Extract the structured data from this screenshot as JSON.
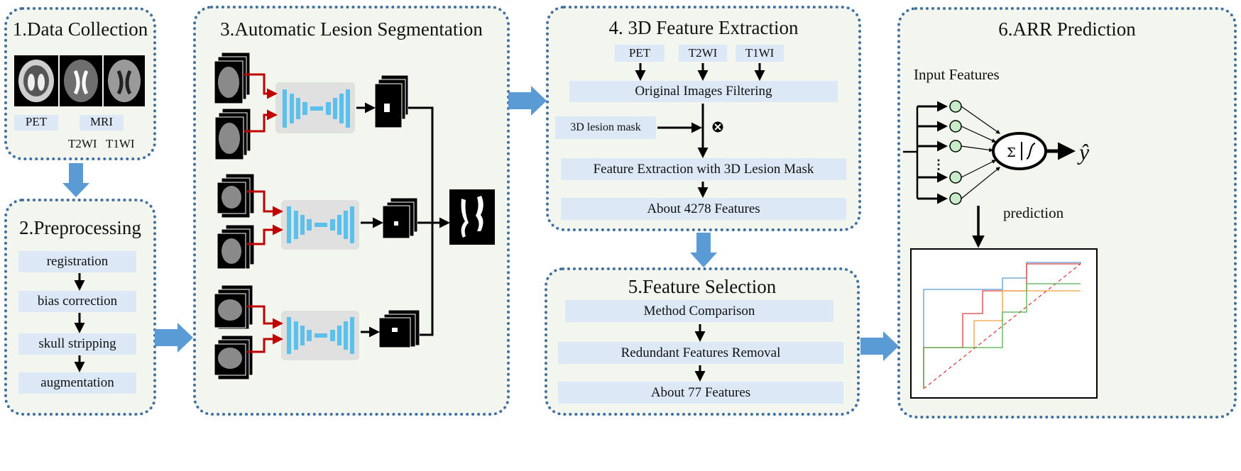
{
  "panel1": {
    "title": "1.Data Collection",
    "pet": "PET",
    "mri": "MRI",
    "t2": "T2WI",
    "t1": "T1WI"
  },
  "panel2": {
    "title": "2.Preprocessing",
    "steps": [
      "registration",
      "bias correction",
      "skull stripping",
      "augmentation"
    ]
  },
  "panel3": {
    "title": "3.Automatic  Lesion  Segmentation"
  },
  "panel4": {
    "title": "4. 3D Feature Extraction",
    "inputs": [
      "PET",
      "T2WI",
      "T1WI"
    ],
    "filtering": "Original  Images Filtering",
    "mask": "3D lesion mask",
    "extraction": "Feature Extraction with 3D Lesion Mask",
    "count": "About 4278  Features"
  },
  "panel5": {
    "title": "5.Feature  Selection",
    "steps": [
      "Method Comparison",
      "Redundant Features Removal",
      "About 77 Features"
    ]
  },
  "panel6": {
    "title": "6.ARR Prediction",
    "input_label": "Input Features",
    "prediction": "prediction",
    "output": "ŷ",
    "dots": "⋮"
  },
  "colors": {
    "border": "#3f6f9e",
    "panel_bg": "#f3f6ee",
    "label_bg": "#dce8f5",
    "big_arrow": "#5b9bd5",
    "red_arrow": "#c00000",
    "unet_blue": "#5bc0eb"
  }
}
